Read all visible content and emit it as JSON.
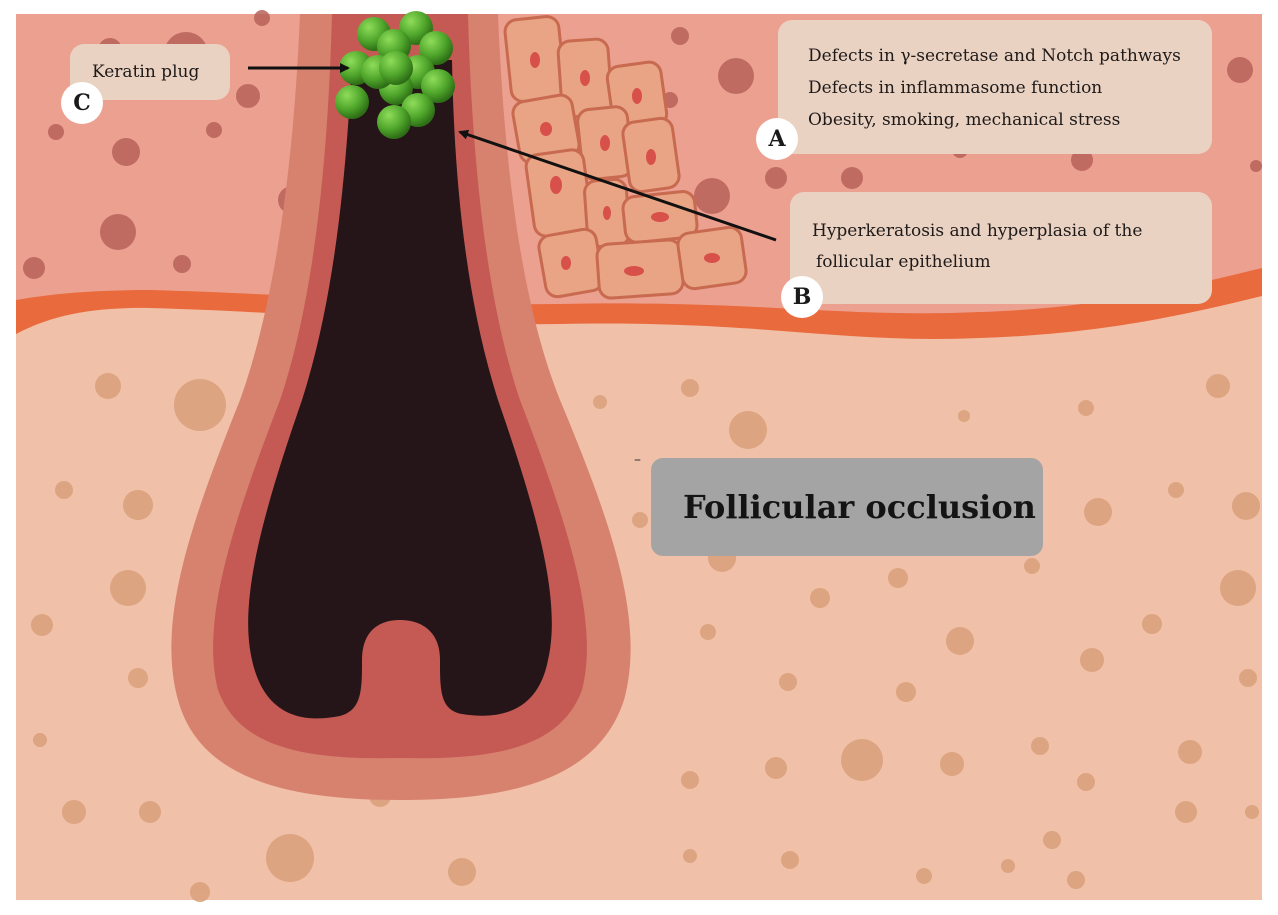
{
  "diagram": {
    "title": "Follicular occlusion",
    "callouts": {
      "a": {
        "badge": "A",
        "lines": [
          "Defects in γ-secretase and Notch pathways",
          "Defects in inflammasome function",
          "Obesity, smoking, mechanical stress"
        ]
      },
      "b": {
        "badge": "B",
        "lines": [
          "Hyperkeratosis and hyperplasia of the",
          "follicular epithelium"
        ]
      },
      "c": {
        "badge": "C",
        "label": "Keratin plug"
      }
    },
    "stray_mark": "–"
  },
  "colors": {
    "epidermis": "#eca090",
    "epidermis_dots": "#b8625a",
    "basement_band": "#e96a3c",
    "dermis": "#f0c0a8",
    "dermis_dots": "#d9a07a",
    "follicle_outer": "#d7826e",
    "follicle_inner": "#c55a55",
    "follicle_lumen": "#251518",
    "keratin_plug": "#4fa62b",
    "cells": "#e8a484",
    "callout_bg": "#ead2c2",
    "title_bg": "#a4a4a4"
  }
}
